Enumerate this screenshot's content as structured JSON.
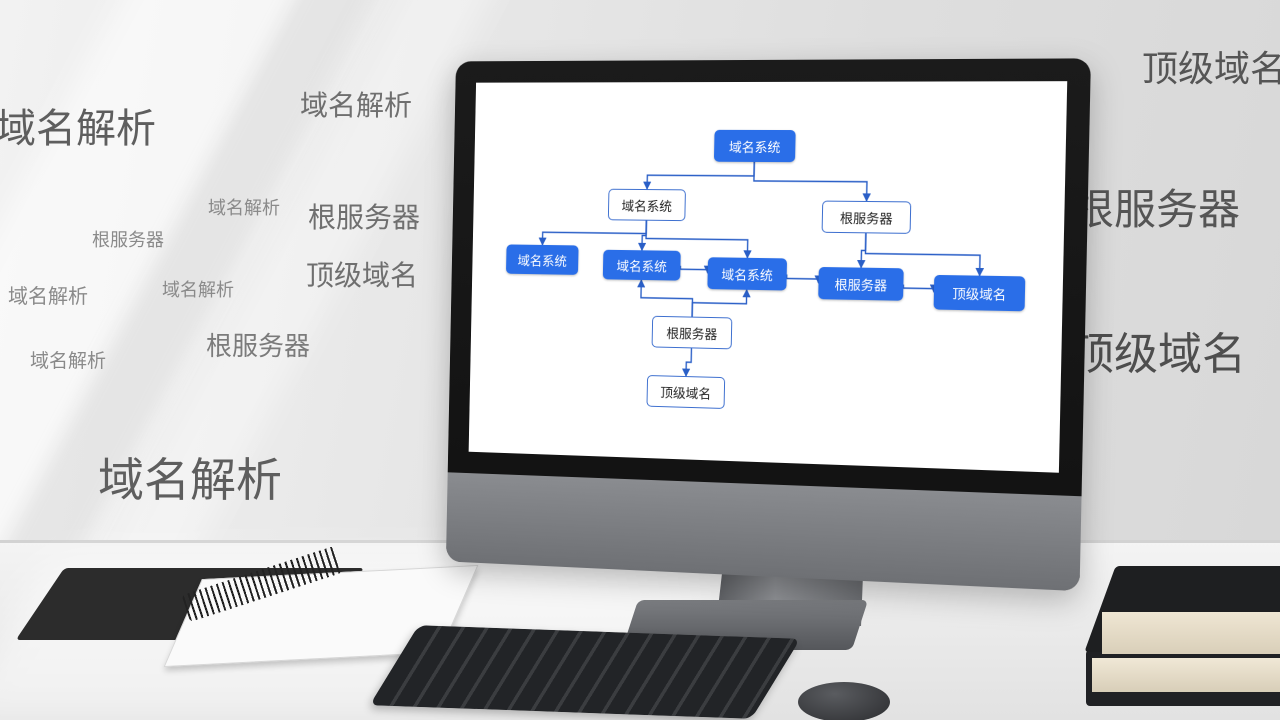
{
  "wall_text": [
    {
      "id": "w1",
      "text": "域名解析"
    },
    {
      "id": "w2",
      "text": "域名解析"
    },
    {
      "id": "w3",
      "text": "域名解析"
    },
    {
      "id": "w4",
      "text": "根服务器"
    },
    {
      "id": "w5",
      "text": "根服务器"
    },
    {
      "id": "w6",
      "text": "顶级域名"
    },
    {
      "id": "w7",
      "text": "域名解析"
    },
    {
      "id": "w8",
      "text": "域名解析"
    },
    {
      "id": "w9",
      "text": "根服务器"
    },
    {
      "id": "w10",
      "text": "域名解析"
    },
    {
      "id": "w11",
      "text": "域名解析"
    },
    {
      "id": "w12",
      "text": "顶级域名"
    },
    {
      "id": "w13",
      "text": "根服务器"
    },
    {
      "id": "w14",
      "text": "顶级域名"
    }
  ],
  "diagram": {
    "nodes": [
      {
        "id": "n1",
        "label": "域名系统",
        "style": "blue"
      },
      {
        "id": "n2",
        "label": "域名系统",
        "style": "white"
      },
      {
        "id": "n3",
        "label": "根服务器",
        "style": "white"
      },
      {
        "id": "n4",
        "label": "域名系统",
        "style": "blue"
      },
      {
        "id": "n5",
        "label": "域名系统",
        "style": "blue"
      },
      {
        "id": "n6",
        "label": "域名系统",
        "style": "blue"
      },
      {
        "id": "n7",
        "label": "根服务器",
        "style": "blue"
      },
      {
        "id": "n8",
        "label": "顶级域名",
        "style": "blue"
      },
      {
        "id": "n9",
        "label": "根服务器",
        "style": "white"
      },
      {
        "id": "n10",
        "label": "顶级域名",
        "style": "white"
      }
    ],
    "edges": [
      [
        "n1",
        "n2"
      ],
      [
        "n1",
        "n3"
      ],
      [
        "n2",
        "n4"
      ],
      [
        "n2",
        "n5"
      ],
      [
        "n2",
        "n6"
      ],
      [
        "n5",
        "n6"
      ],
      [
        "n6",
        "n7"
      ],
      [
        "n7",
        "n8"
      ],
      [
        "n3",
        "n7"
      ],
      [
        "n3",
        "n8"
      ],
      [
        "n9",
        "n5"
      ],
      [
        "n9",
        "n6"
      ],
      [
        "n9",
        "n10"
      ]
    ],
    "colors": {
      "node_blue": "#2a6ee8",
      "edge": "#2a5fc7"
    }
  }
}
